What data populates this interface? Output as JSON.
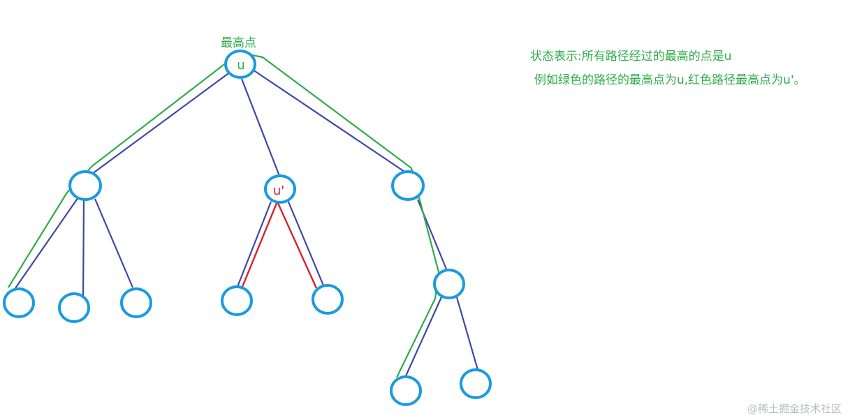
{
  "labels": {
    "top_label": "最高点",
    "node_u": "u",
    "node_u_prime": "u'"
  },
  "note": {
    "line1": "状态表示:所有路径经过的最高的点是u",
    "line2": "例如绿色的路径的最高点为u,红色路径最高点为u'。"
  },
  "watermark": "@稀土掘金技术社区",
  "colors": {
    "node_stroke": "#1a9be0",
    "edge": "#3f47a8",
    "green_path": "#2eac4a",
    "red_path": "#d9222a",
    "u_prime_text": "#d9222a"
  }
}
